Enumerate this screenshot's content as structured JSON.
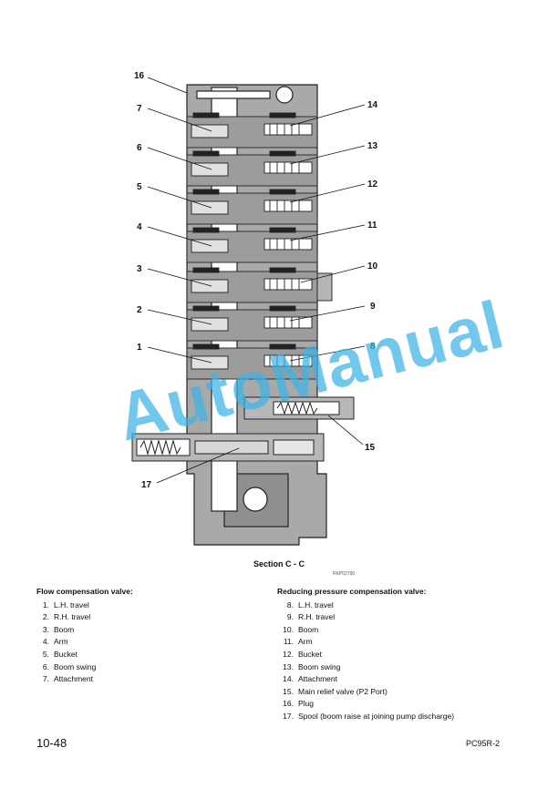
{
  "figure": {
    "caption": "Section C - C",
    "code": "RKP02790",
    "callouts": {
      "left": [
        "16",
        "7",
        "6",
        "5",
        "4",
        "3",
        "2",
        "1",
        "17"
      ],
      "right": [
        "14",
        "13",
        "12",
        "11",
        "10",
        "9",
        "8",
        "15"
      ]
    }
  },
  "left_legend": {
    "title": "Flow compensation valve:",
    "items": [
      {
        "num": "1.",
        "label": "L.H. travel"
      },
      {
        "num": "2.",
        "label": "R.H. travel"
      },
      {
        "num": "3.",
        "label": "Boom"
      },
      {
        "num": "4.",
        "label": "Arm"
      },
      {
        "num": "5.",
        "label": "Bucket"
      },
      {
        "num": "6.",
        "label": "Boom swing"
      },
      {
        "num": "7.",
        "label": "Attachment"
      }
    ]
  },
  "right_legend": {
    "title": "Reducing pressure compensation valve:",
    "items": [
      {
        "num": "8.",
        "label": "L.H. travel"
      },
      {
        "num": "9.",
        "label": "R.H. travel"
      },
      {
        "num": "10.",
        "label": "Boom"
      },
      {
        "num": "11.",
        "label": "Arm"
      },
      {
        "num": "12.",
        "label": "Bucket"
      },
      {
        "num": "13.",
        "label": "Boom swing"
      },
      {
        "num": "14.",
        "label": "Attachment"
      },
      {
        "num": "15.",
        "label": "Main relief valve (P2 Port)"
      },
      {
        "num": "16.",
        "label": "Plug"
      },
      {
        "num": "17.",
        "label": "Spool (boom raise at joining pump discharge)"
      }
    ]
  },
  "footer": {
    "page": "10-48",
    "model": "PC95R-2"
  },
  "watermark": "AutoManual",
  "colors": {
    "body": "#a9a9a9",
    "outline": "#222222",
    "watermark": "#3cb3e6"
  }
}
